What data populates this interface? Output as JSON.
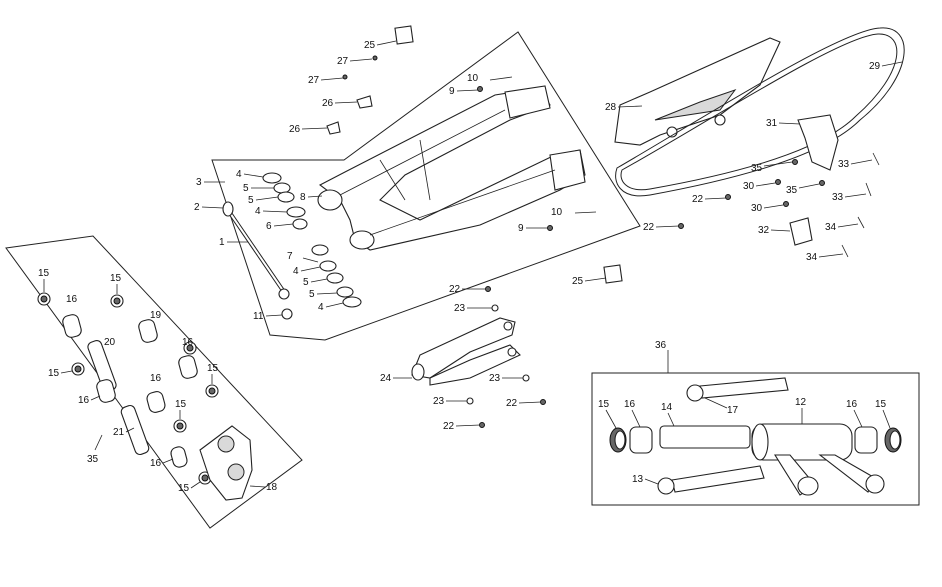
{
  "labels": {
    "l25a": "25",
    "l27a": "27",
    "l27b": "27",
    "l26a": "26",
    "l26b": "26",
    "l10a": "10",
    "l9a": "9",
    "l8": "8",
    "l3": "3",
    "l4a": "4",
    "l5a": "5",
    "l5b": "5",
    "l4b": "4",
    "l2": "2",
    "l6": "6",
    "l1": "1",
    "l7": "7",
    "l4c": "4",
    "l5c": "5",
    "l5d": "5",
    "l4d": "4",
    "l11": "11",
    "l10b": "10",
    "l9b": "9",
    "l28": "28",
    "l29": "29",
    "l31": "31",
    "l35a": "35",
    "l35b": "35",
    "l30a": "30",
    "l30b": "30",
    "l33a": "33",
    "l33b": "33",
    "l22a": "22",
    "l22b": "22",
    "l32": "32",
    "l34a": "34",
    "l34b": "34",
    "l25b": "25",
    "l22c": "22",
    "l23a": "23",
    "l24": "24",
    "l23b": "23",
    "l23c": "23",
    "l22d": "22",
    "l22e": "22",
    "k15a": "15",
    "k15b": "15",
    "k16a": "16",
    "k19": "19",
    "k20": "20",
    "k16b": "16",
    "k15c": "15",
    "k15d": "15",
    "k16c": "16",
    "k16d": "16",
    "k15e": "15",
    "k21": "21",
    "k16e": "16",
    "k15f": "15",
    "k18": "18",
    "k35": "35",
    "d36": "36",
    "d15a": "15",
    "d16a": "16",
    "d14": "14",
    "d17": "17",
    "d12": "12",
    "d16b": "16",
    "d15b": "15",
    "d13": "13"
  }
}
